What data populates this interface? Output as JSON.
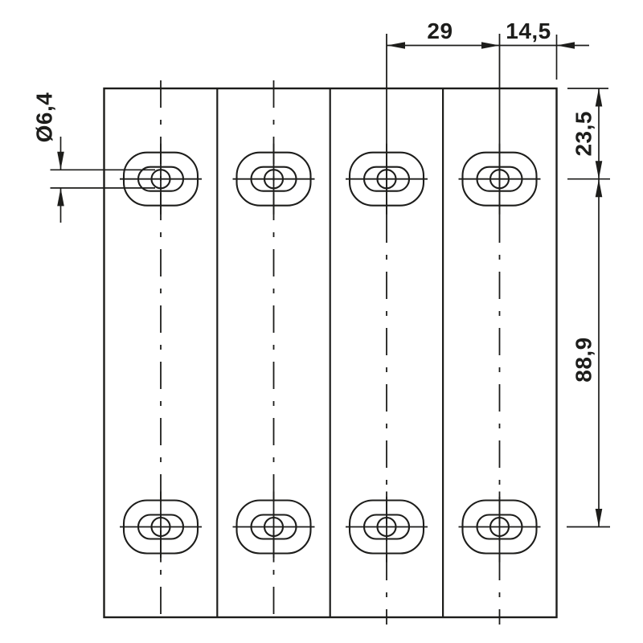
{
  "drawing": {
    "kind": "technical-dimension-drawing",
    "line_color": "#1d1d1b",
    "background_color": "#ffffff",
    "part": {
      "description": "terminal block strip with 4 segments, each with top and bottom slotted mounting holes",
      "segments": 4,
      "holes_per_segment": 2
    },
    "labels": {
      "segment_pitch": "29",
      "edge_distance": "14,5",
      "top_edge_to_hole_center": "23,5",
      "hole_row_spacing": "88,9",
      "hole_diameter": "Ø6,4"
    }
  }
}
